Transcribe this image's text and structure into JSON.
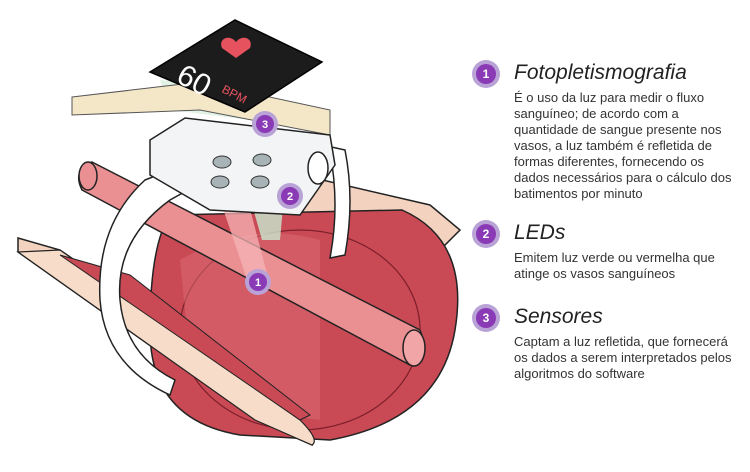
{
  "watch_screen": {
    "bpm_value": "60",
    "bpm_unit": "BPM"
  },
  "markers": [
    {
      "number": "1"
    },
    {
      "number": "2"
    },
    {
      "number": "3"
    }
  ],
  "legend": [
    {
      "number": "1",
      "title": "Fotopletismografia",
      "description": "É o uso da luz para medir o fluxo sanguíneo; de acordo com a quantidade de sangue presente nos vasos, a luz também é refletida de formas diferentes, fornecendo os dados necessários para o cálculo dos batimentos por minuto"
    },
    {
      "number": "2",
      "title": "LEDs",
      "description": "Emitem luz verde ou vermelha que atinge os vasos sanguíneos"
    },
    {
      "number": "3",
      "title": "Sensores",
      "description": "Captam a luz refletida, que fornecerá os dados a serem interpretados pelos algoritmos do software"
    }
  ],
  "colors": {
    "skin": "#f3d3bf",
    "tissue": "#c94a55",
    "vessel": "#ea8f92",
    "green_light": "#c9e8cf",
    "badge": "#8a3ab5",
    "screen": "#1c1c1c",
    "heart": "#e7525f"
  }
}
